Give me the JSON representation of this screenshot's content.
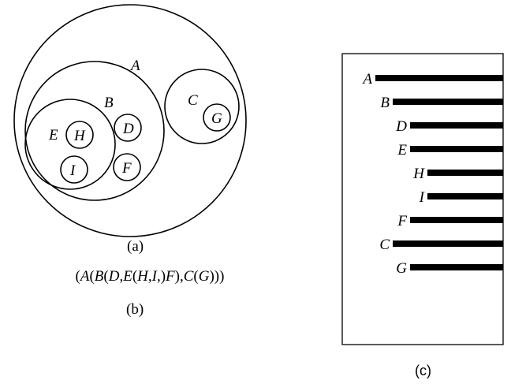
{
  "diagram": {
    "nodes": [
      "A",
      "B",
      "C",
      "D",
      "E",
      "F",
      "G",
      "H",
      "I"
    ],
    "nesting": {
      "A": [
        "B",
        "C"
      ],
      "B": [
        "D",
        "E",
        "F"
      ],
      "E": [
        "H",
        "I"
      ],
      "C": [
        "G"
      ]
    }
  },
  "captions": {
    "a": "(a)",
    "b": "(b)",
    "c": "(c)"
  },
  "formula": {
    "p1": "(",
    "A": "A",
    "p2": "(",
    "B": "B",
    "p3": "(",
    "D": "D",
    "p4": ",",
    "E": "E",
    "p5": "(",
    "H": "H",
    "p6": ",",
    "I": "I",
    "p7": ",)",
    "F": "F",
    "p8": "),",
    "C": "C",
    "p9": "(",
    "G": "G",
    "p10": ")))"
  },
  "indented_list": [
    {
      "label": "A",
      "level": 0
    },
    {
      "label": "B",
      "level": 1
    },
    {
      "label": "D",
      "level": 2
    },
    {
      "label": "E",
      "level": 2
    },
    {
      "label": "H",
      "level": 3
    },
    {
      "label": "I",
      "level": 3
    },
    {
      "label": "F",
      "level": 2
    },
    {
      "label": "C",
      "level": 1
    },
    {
      "label": "G",
      "level": 2
    }
  ]
}
